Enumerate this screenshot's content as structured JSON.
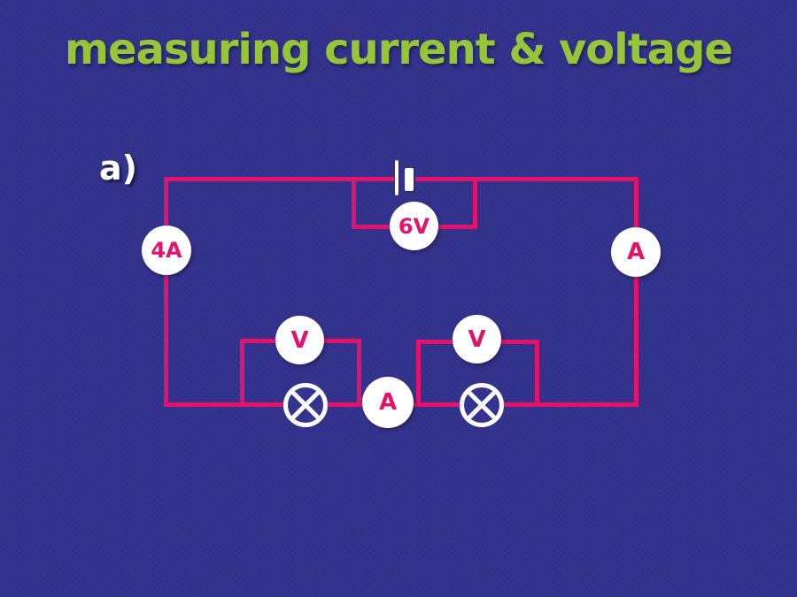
{
  "slide": {
    "title": "measuring current & voltage",
    "part_label": "a)"
  },
  "colors": {
    "background": "#343490",
    "wire": "#E4126B",
    "title_text": "#95C637",
    "part_label_text": "#FFFFFF",
    "meter_face": "#FFFFFF",
    "meter_text": "#E4126B",
    "battery_plate": "#FFFFFF",
    "lamp_stroke": "#FFFFFF"
  },
  "circuit": {
    "battery": {
      "type": "single-cell",
      "measured_voltage": "6V"
    },
    "meters": {
      "ammeter_left": "4A",
      "ammeter_right": "A",
      "voltmeter_battery": "6V",
      "voltmeter_lamp1": "V",
      "voltmeter_lamp2": "V",
      "ammeter_centre": "A"
    },
    "lamps": [
      "lamp-1",
      "lamp-2"
    ]
  }
}
